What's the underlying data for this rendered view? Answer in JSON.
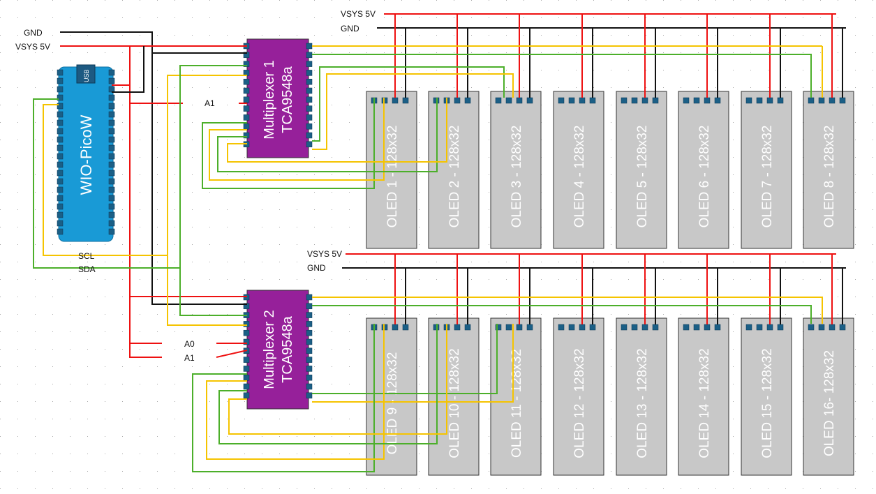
{
  "colors": {
    "vsys": "#ee1111",
    "gnd": "#111111",
    "scl": "#f5c400",
    "sda": "#4caf2a",
    "board": "#199ad6",
    "mux": "#96209a",
    "oled": "#c8c8c8",
    "pin": "#1b5f86"
  },
  "board": {
    "name": "WIO-PicoW",
    "usb": "USB"
  },
  "labels": {
    "gnd_left": "GND",
    "vsys_left": "VSYS 5V",
    "scl": "SCL",
    "sda": "SDA",
    "a1_top": "A1",
    "a0_bottom": "A0",
    "a1_bottom": "A1",
    "vsys_top": "VSYS 5V",
    "gnd_top": "GND",
    "vsys_mid": "VSYS 5V",
    "gnd_mid": "GND"
  },
  "multiplexers": [
    {
      "name": "Multiplexer 1",
      "part": "TCA9548a"
    },
    {
      "name": "Multiplexer 2",
      "part": "TCA9548a"
    }
  ],
  "oleds": [
    "OLED 1 - 128x32",
    "OLED 2 - 128x32",
    "OLED 3 - 128x32",
    "OLED 4 - 128x32",
    "OLED 5 - 128x32",
    "OLED 6 - 128x32",
    "OLED 7 - 128x32",
    "OLED 8 - 128x32",
    "OLED 9 - 128x32",
    "OLED 10 - 128x32",
    "OLED 11 - 128x32",
    "OLED 12 - 128x32",
    "OLED 13 - 128x32",
    "OLED 14 - 128x32",
    "OLED 15 - 128x32",
    "OLED 16- 128x32"
  ]
}
